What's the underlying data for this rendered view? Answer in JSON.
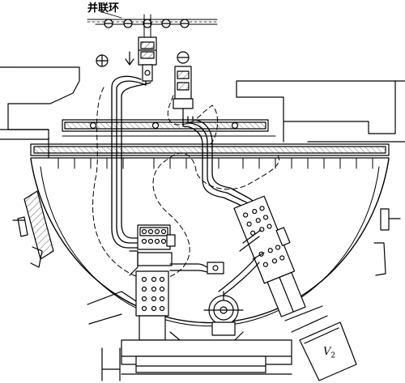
{
  "diagram": {
    "labels": {
      "parallel_ring": "并联环",
      "v_symbol": "V",
      "v_subscript": "2"
    },
    "colors": {
      "ink": "#000000",
      "paper": "#ffffff",
      "hatch": "#555555"
    }
  }
}
